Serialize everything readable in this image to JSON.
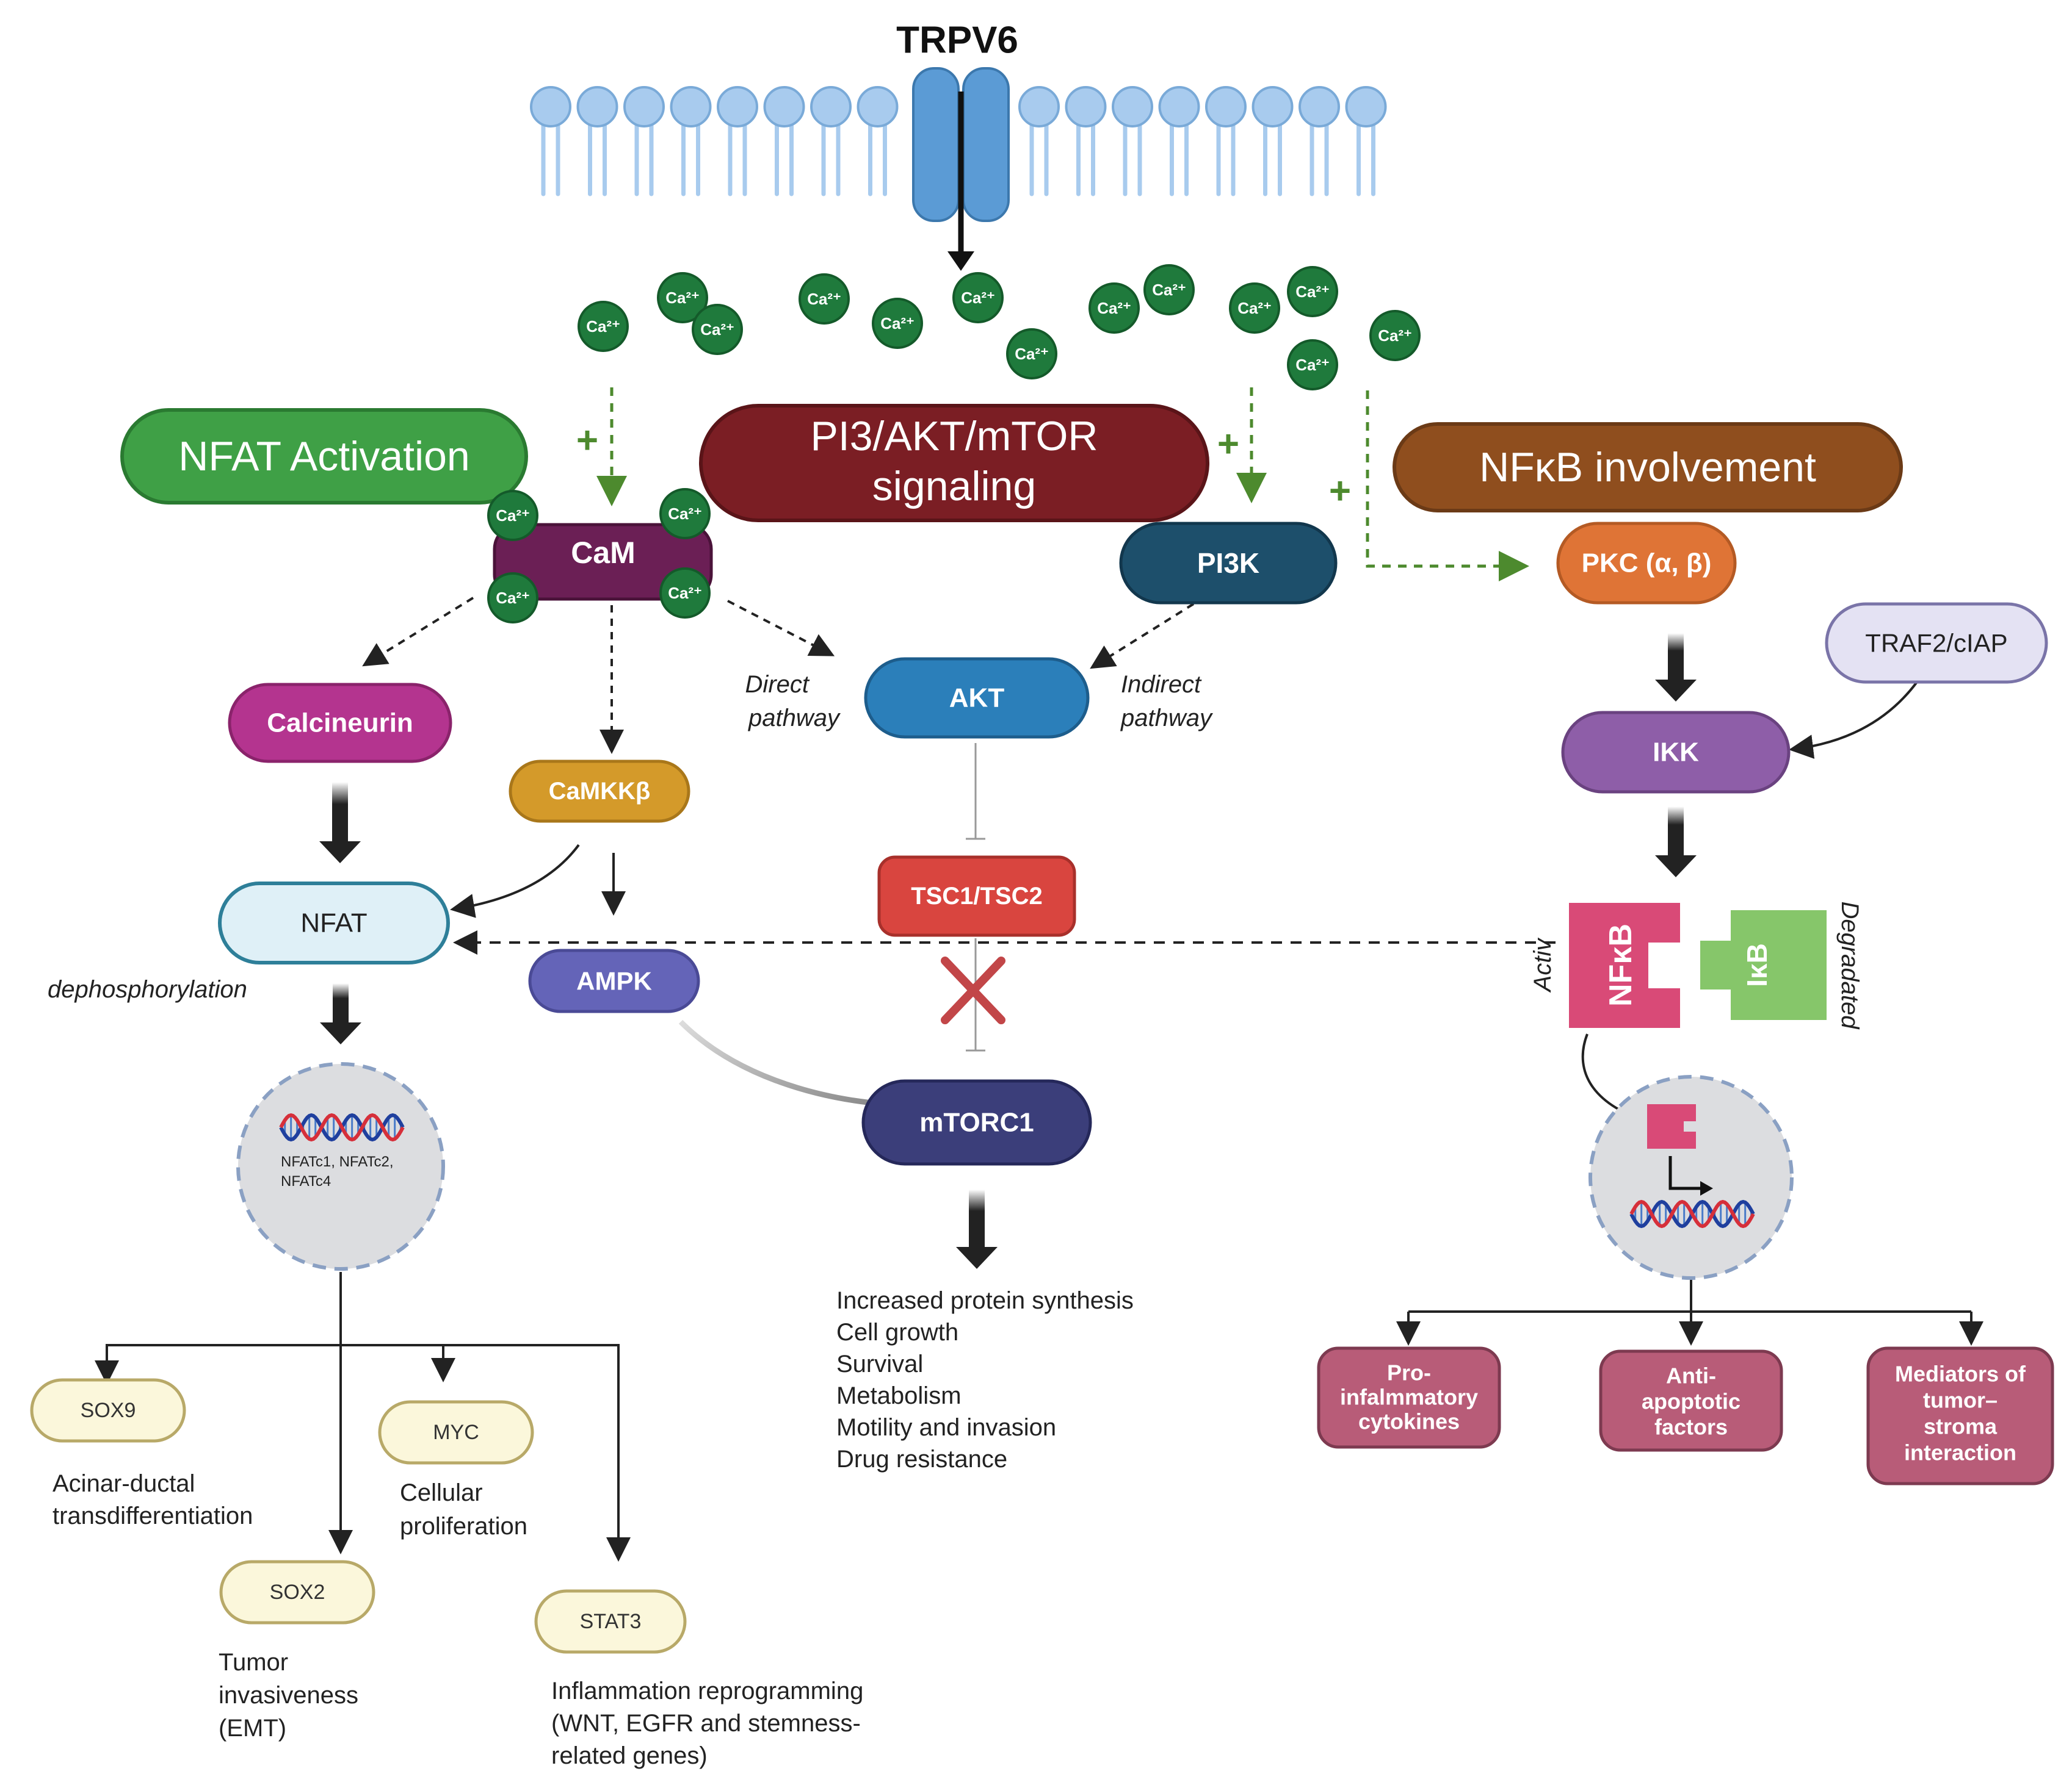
{
  "channel": {
    "title": "TRPV6"
  },
  "calcium": {
    "ion": "Ca²⁺"
  },
  "pathways": {
    "nfat": "NFAT Activation",
    "pi3k_line1": "PI3/AKT/mTOR",
    "pi3k_line2": "signaling",
    "nfkb": "NFκB involvement"
  },
  "plus_sign": "+",
  "nodes": {
    "cam": "CaM",
    "calcineurin": "Calcineurin",
    "camkkb": "CaMKKβ",
    "nfat": "NFAT",
    "ampk": "AMPK",
    "pi3k": "PI3K",
    "akt": "AKT",
    "tsc": "TSC1/TSC2",
    "mtorc1": "mTORC1",
    "pkc": "PKC (α, β)",
    "traf": "TRAF2/cIAP",
    "ikk": "IKK",
    "nfkb_subunit": "NFκB",
    "ikb": "IκB"
  },
  "labels": {
    "direct_line1": "Direct",
    "direct_line2": "pathway",
    "indirect_line1": "Indirect",
    "indirect_line2": "pathway",
    "dephos": "dephosphorylation",
    "activ": "Activ",
    "degraded": "Degradated"
  },
  "nucleus_nfat_text": [
    "NFATc1, NFATc2,",
    "NFATc4"
  ],
  "nfat_targets": {
    "sox9": "SOX9",
    "sox9_desc": [
      "Acinar-ductal",
      "transdifferentiation"
    ],
    "sox2": "SOX2",
    "sox2_desc": [
      "Tumor",
      "invasiveness",
      "(EMT)"
    ],
    "myc": "MYC",
    "myc_desc": [
      "Cellular",
      "proliferation"
    ],
    "stat3": "STAT3",
    "stat3_desc": [
      "Inflammation reprogramming",
      "(WNT, EGFR and stemness-",
      "related genes)"
    ]
  },
  "mtor_outcomes": [
    "Increased protein synthesis",
    "Cell growth",
    "Survival",
    "Metabolism",
    "Motility and invasion",
    "Drug resistance"
  ],
  "nfkb_outputs": {
    "pro": [
      "Pro-",
      "infalmmatory",
      "cytokines"
    ],
    "anti": [
      "Anti-",
      "apoptotic",
      "factors"
    ],
    "mediators": [
      "Mediators of",
      "tumor–",
      "stroma",
      "interaction"
    ]
  },
  "colors": {
    "membrane": "#a8cbee",
    "channel": "#5b9bd5",
    "calcium": "#1f7a3c",
    "nfat_header": "#3fa046",
    "pi3k_header": "#7b1e24",
    "nfkb_header": "#8f4e1e",
    "cam": "#6b1f55",
    "calcineurin": "#b4348f",
    "camkkb": "#d49a2a",
    "nfat_node": "#dff0f7",
    "ampk": "#6464b8",
    "pi3k": "#1d4f6b",
    "akt": "#2b7fba",
    "tsc": "#d9453f",
    "mtorc1": "#3b3e7a",
    "pkc": "#df7436",
    "traf": "#e4e2f3",
    "ikk": "#8e5ea8",
    "nfkb_subunit": "#d94a77",
    "ikb": "#86c66a",
    "gene_fill": "#fbf7db",
    "gene_stroke": "#b8a968",
    "output_box": "#b85c78",
    "nucleus": "#dcdde0"
  }
}
